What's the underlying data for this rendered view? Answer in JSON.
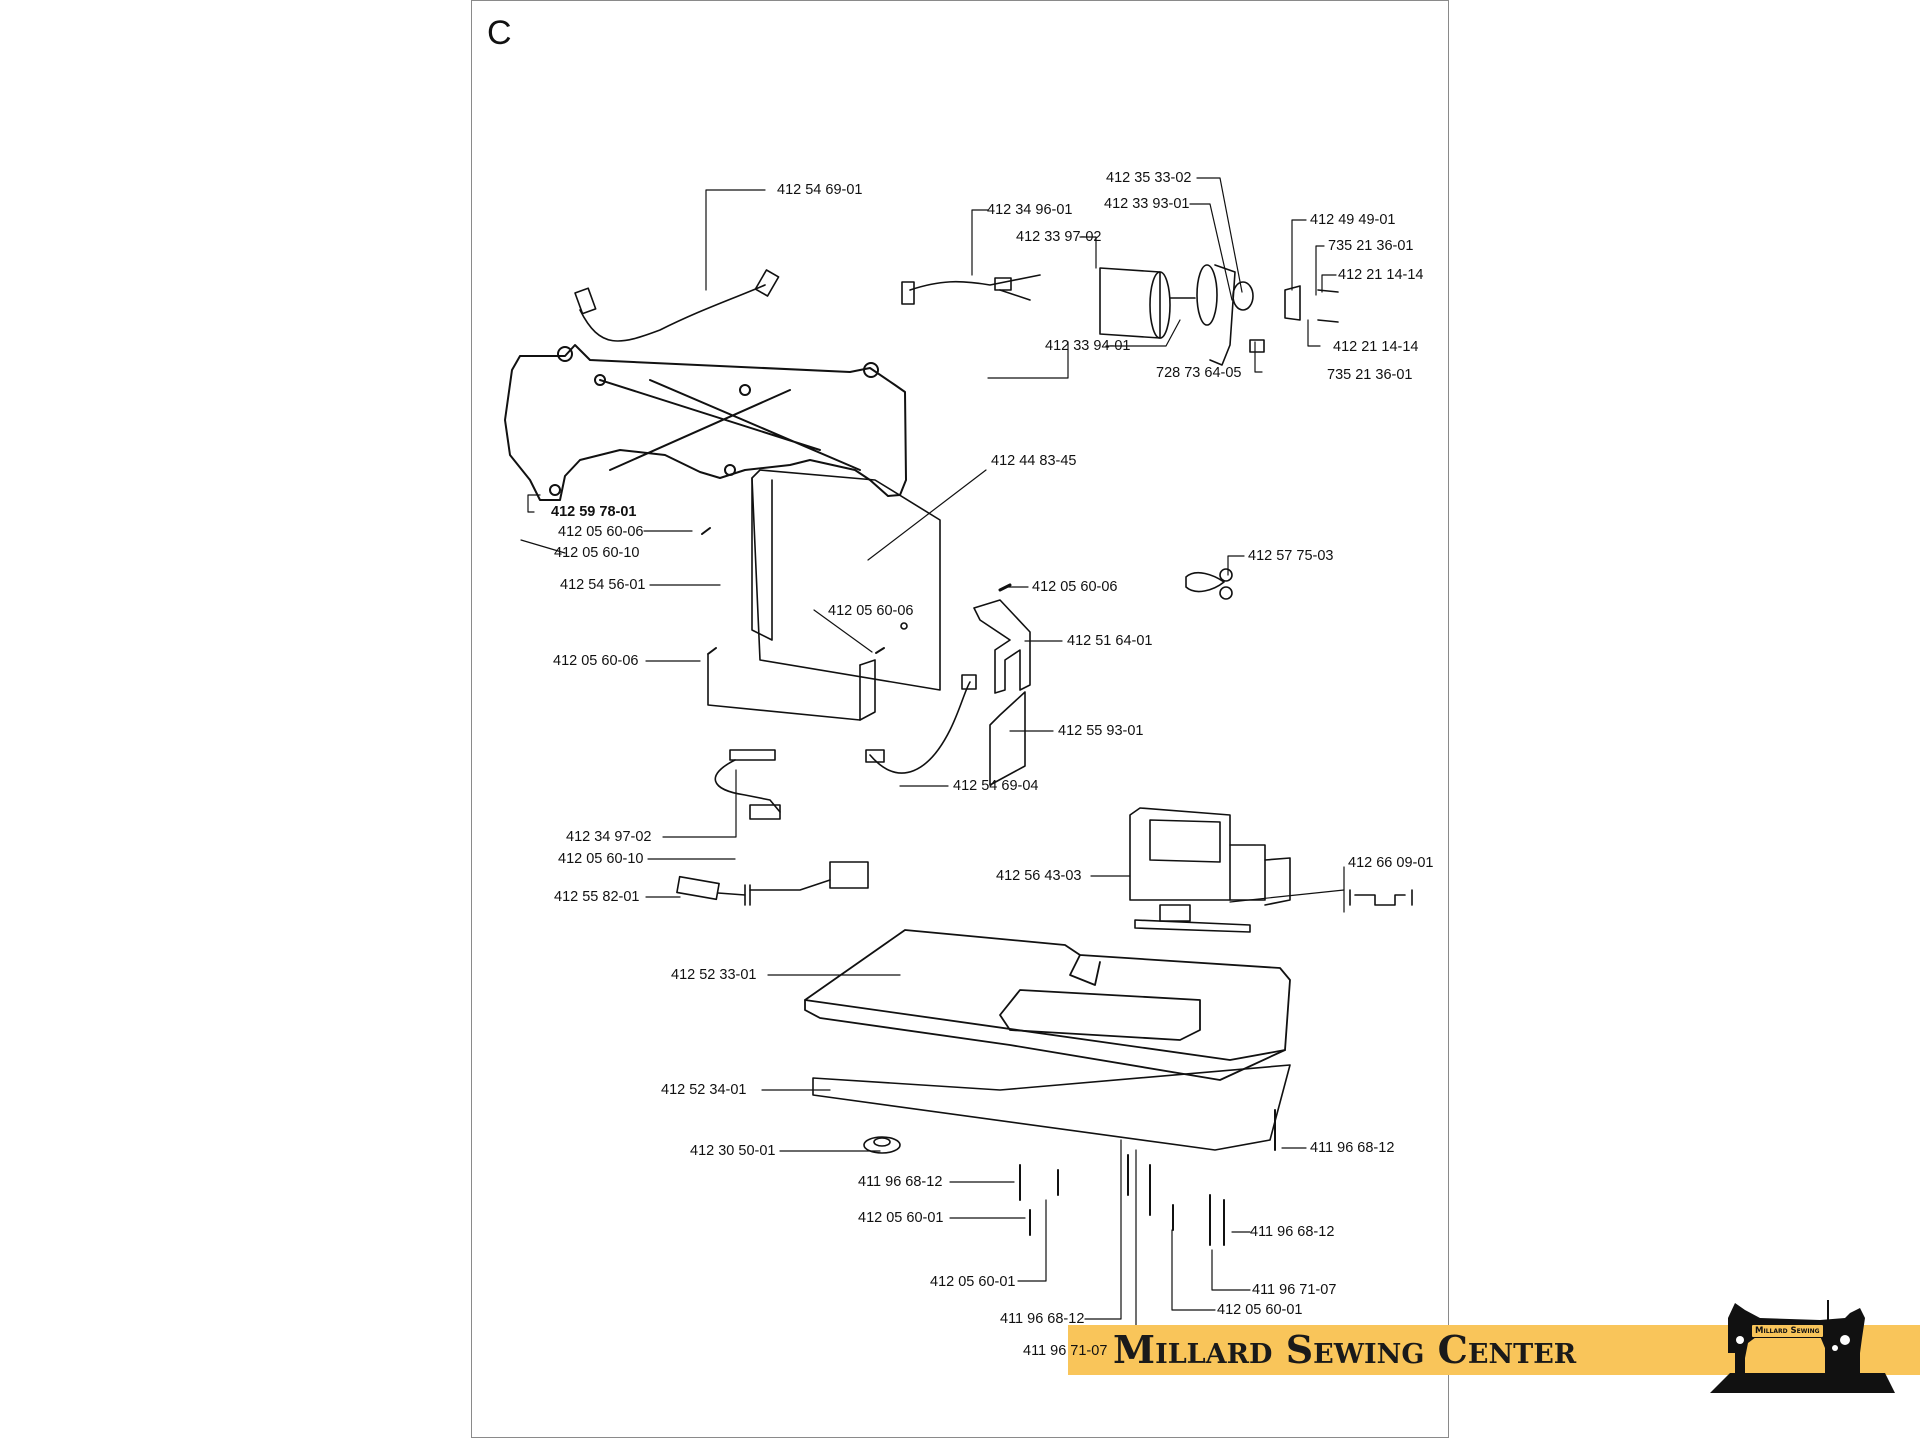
{
  "section_letter": "C",
  "parts": {
    "p1": "412 54 69-01",
    "p2": "412 34 96-01",
    "p3": "412 35 33-02",
    "p4": "412 33 93-01",
    "p5": "412 33 97-02",
    "p6": "412 49 49-01",
    "p7": "735 21 36-01",
    "p8": "412 21 14-14",
    "p9": "412 33 94-01",
    "p10": "728 73 64-05",
    "p11": "412 21 14-14",
    "p12": "735 21 36-01",
    "p13": "412 44 83-45",
    "p14": "412 59 78-01",
    "p15": "412 05 60-06",
    "p16": "412 05 60-10",
    "p17": "412 54 56-01",
    "p18": "412 05 60-06",
    "p19": "412 05 60-06",
    "p20": "412 57 75-03",
    "p21": "412 05 60-06",
    "p22": "412 51 64-01",
    "p23": "412 55 93-01",
    "p24": "412 54 69-04",
    "p25": "412 34 97-02",
    "p26": "412 05 60-10",
    "p27": "412 55 82-01",
    "p28": "412 56 43-03",
    "p29": "412 66 09-01",
    "p30": "412 52 33-01",
    "p31": "412 52 34-01",
    "p32": "412 30 50-01",
    "p33": "411 96 68-12",
    "p34": "411 96 68-12",
    "p35": "412 05 60-01",
    "p36": "412 05 60-01",
    "p37": "411 96 68-12",
    "p38": "411 96 71-07",
    "p39": "412 05 60-01",
    "p40": "411 96 68-12",
    "p41": "411 96 71-07"
  },
  "branding": {
    "banner_text": "Millard Sewing Center",
    "logo_text": "Millard Sewing",
    "banner_color": "#f9c55a"
  }
}
